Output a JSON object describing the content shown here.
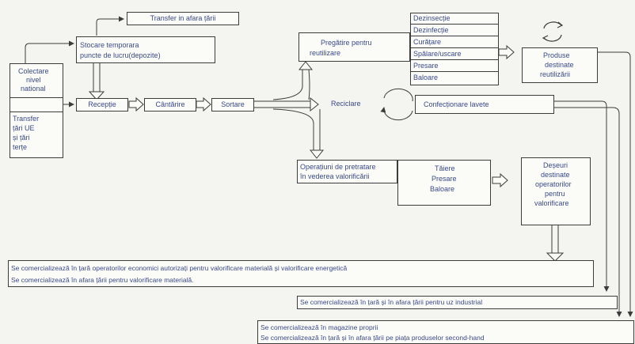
{
  "nodes": {
    "transfer_afara": "Transfer in afara țării",
    "stocare": [
      "Stocare temporara",
      "puncte de lucru(depozite)"
    ],
    "colectare": [
      "Colectare",
      "nivel",
      "national"
    ],
    "transfer_ue": [
      "Transfer",
      "țări UE",
      "și țări",
      "terțe"
    ],
    "receptie": "Recepție",
    "cantarire": "Cântărire",
    "sortare": "Sortare",
    "pregatire": [
      "Pregătire pentru",
      "reutilizare"
    ],
    "pregatire_ops": [
      "Dezinsecție",
      "Dezinfecție",
      "Curățare",
      "Spălare/uscare",
      "Presare",
      "Baloare"
    ],
    "produse": [
      "Produse",
      "destinate",
      "reutilizării"
    ],
    "reciclare": "Reciclare",
    "confectionare": "Confecționare lavete",
    "pretratare": [
      "Operațiuni de pretratare",
      "în vederea valorificării"
    ],
    "pretratare_ops": [
      "Tăiere",
      "Presare",
      "Baloare"
    ],
    "deseuri": [
      "Deșeuri",
      "destinate",
      "operatorilor",
      "pentru",
      "valorificare"
    ]
  },
  "notes": {
    "valorificare": [
      "Se comercializează în țară operatorilor economici autorizați pentru valorificare materială și valorificare energetică",
      "Se comercializează în afara țării pentru valorificare materială."
    ],
    "industrial": "Se comercializează în țară și în afara țării pentru uz industrial",
    "second_hand": [
      "Se comercializează în magazine proprii",
      "Se comercializează în țară și în afara țării pe piața produselor second-hand"
    ]
  },
  "colors": {
    "text": "#3a4a8a",
    "line": "#3c3c3c",
    "background": "#f4f4f0"
  }
}
